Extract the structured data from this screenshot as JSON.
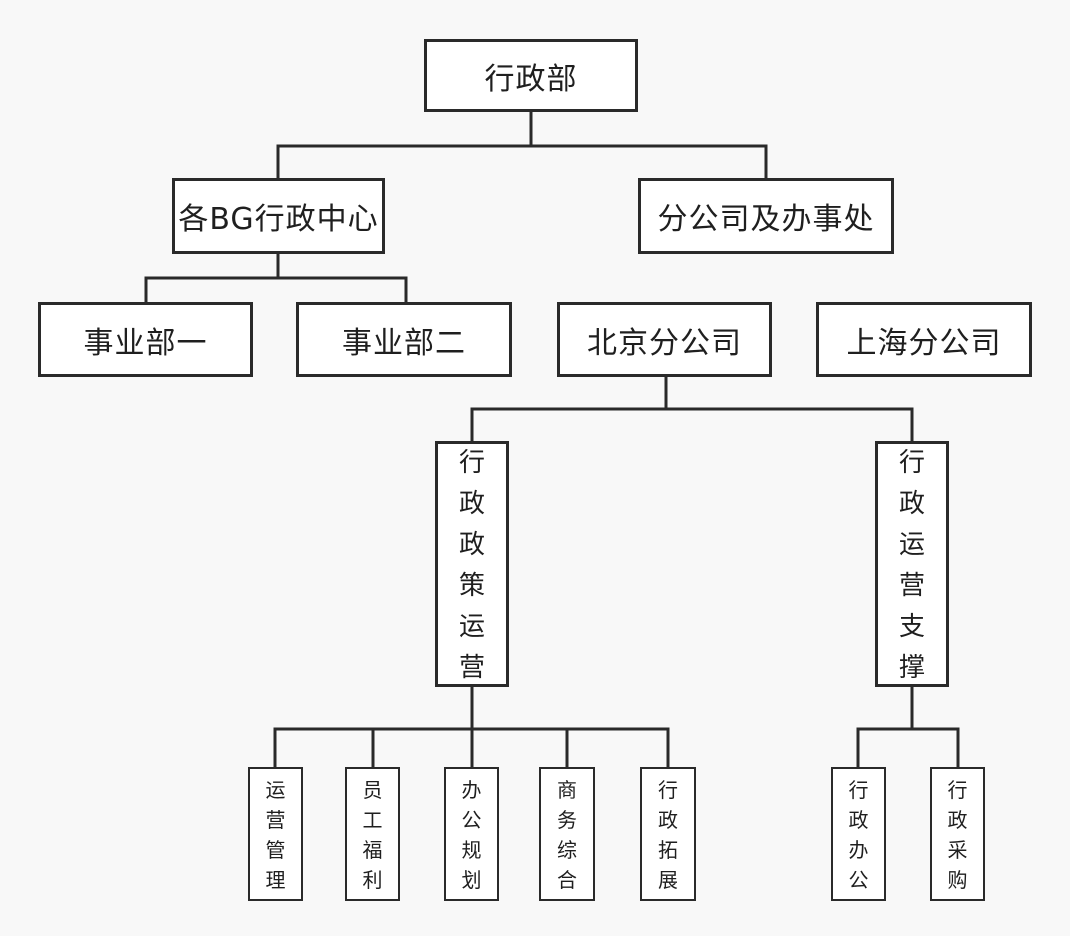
{
  "org_chart": {
    "root": "行政部",
    "bg_center": "各BG行政中心",
    "branches": "分公司及办事处",
    "bu1": "事业部一",
    "bu2": "事业部二",
    "beijing": "北京分公司",
    "shanghai": "上海分公司",
    "policy_ops": "行政政策运营",
    "ops_support": "行政运营支撑",
    "ops_mgmt": "运营管理",
    "welfare": "员工福利",
    "office_planning": "办公规划",
    "business": "商务综合",
    "expansion": "行政拓展",
    "admin_office": "行政办公",
    "procurement": "行政采购"
  }
}
